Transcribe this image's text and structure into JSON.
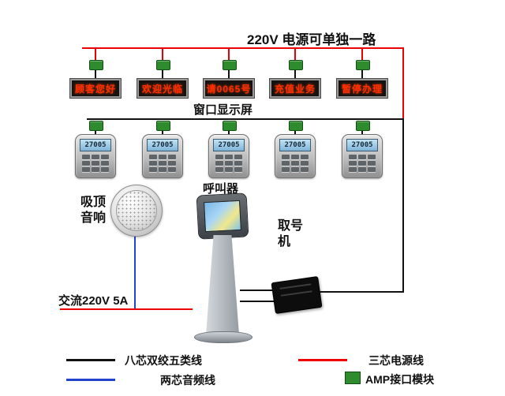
{
  "diagram": {
    "power_note": "220V 电源可单独一路",
    "display_row_label": "窗口显示屏",
    "caller_label": "呼叫器",
    "speaker_label_line1": "吸顶",
    "speaker_label_line2": "音响",
    "kiosk_label_line1": "取号",
    "kiosk_label_line2": "机",
    "ac_power_label": "交流220V 5A"
  },
  "displays": [
    {
      "text": "顾客您好"
    },
    {
      "text": "欢迎光临"
    },
    {
      "text": "请0065号"
    },
    {
      "text": "充值业务"
    },
    {
      "text": "暂停办理"
    }
  ],
  "callers": [
    {
      "screen": "27005"
    },
    {
      "screen": "27005"
    },
    {
      "screen": "27005"
    },
    {
      "screen": "27005"
    },
    {
      "screen": "27005"
    }
  ],
  "legend": {
    "cat5_label": "八芯双绞五类线",
    "audio_label": "两芯音频线",
    "power_label": "三芯电源线",
    "amp_label": "AMP接口模块"
  },
  "colors": {
    "power_line": "#ee0000",
    "data_line": "#111111",
    "audio_line": "#2244cc",
    "amp_module": "#2e8b2e",
    "led_text": "#ff2d00"
  }
}
